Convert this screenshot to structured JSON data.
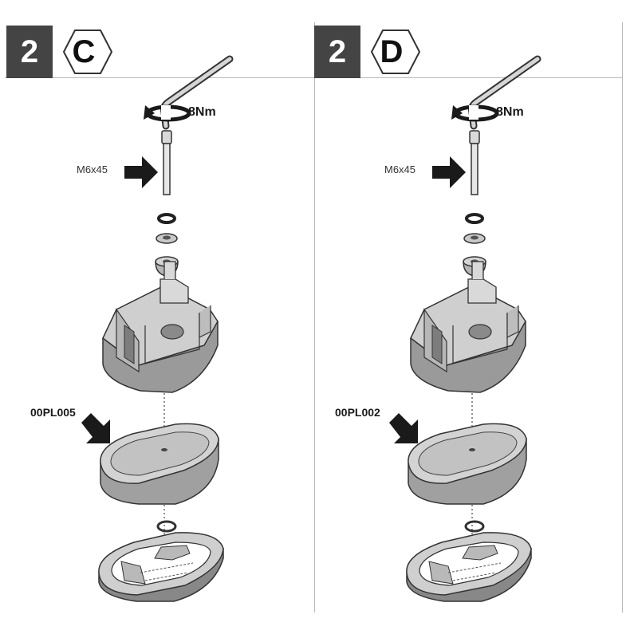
{
  "panels": [
    {
      "step": "2",
      "letter": "C",
      "torque": "8Nm",
      "screw": "M6x45",
      "part": "00PL005"
    },
    {
      "step": "2",
      "letter": "D",
      "torque": "8Nm",
      "screw": "M6x45",
      "part": "00PL002"
    }
  ],
  "colors": {
    "step_box": "#444444",
    "part_fill": "#c8c8c8",
    "part_dark": "#9a9a9a",
    "outline": "#333333",
    "arrow": "#1a1a1a"
  }
}
